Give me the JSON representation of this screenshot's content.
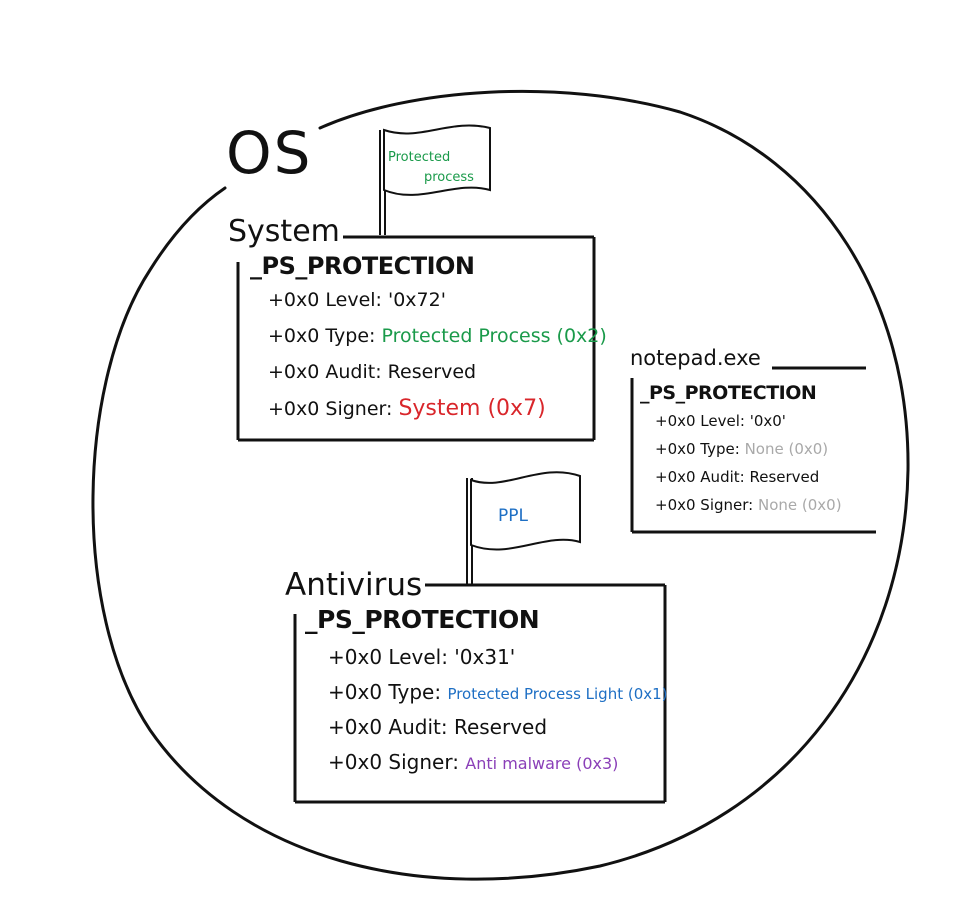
{
  "os_label": "OS",
  "system": {
    "name": "System",
    "flag": {
      "line1": "Protected",
      "line2": "process"
    },
    "struct": "_PS_PROTECTION",
    "fields": [
      {
        "prefix": "+0x0 Level: ",
        "value": "'0x72'"
      },
      {
        "prefix": "+0x0 Type: ",
        "value": "Protected Process (0x2)"
      },
      {
        "prefix": "+0x0 Audit: ",
        "value": "Reserved"
      },
      {
        "prefix": "+0x0 Signer: ",
        "value": "System (0x7)"
      }
    ]
  },
  "notepad": {
    "name": "notepad.exe",
    "struct": "_PS_PROTECTION",
    "fields": [
      {
        "prefix": "+0x0 Level: ",
        "value": "'0x0'"
      },
      {
        "prefix": "+0x0 Type: ",
        "value": "None (0x0)"
      },
      {
        "prefix": "+0x0 Audit: ",
        "value": "Reserved"
      },
      {
        "prefix": "+0x0 Signer: ",
        "value": "None (0x0)"
      }
    ]
  },
  "antivirus": {
    "name": "Antivirus",
    "flag": {
      "text": "PPL"
    },
    "struct": "_PS_PROTECTION",
    "fields": [
      {
        "prefix": "+0x0 Level: ",
        "value": "'0x31'"
      },
      {
        "prefix": "+0x0 Type: ",
        "value": "Protected Process Light (0x1)"
      },
      {
        "prefix": "+0x0 Audit: ",
        "value": "Reserved"
      },
      {
        "prefix": "+0x0 Signer: ",
        "value": "Anti malware (0x3)"
      }
    ]
  },
  "colors": {
    "protected": "#1a9a4a",
    "system_signer": "#d9262b",
    "ppl": "#1e6fc4",
    "antimalware": "#8a3fb8",
    "none": "#a9a9a9"
  }
}
